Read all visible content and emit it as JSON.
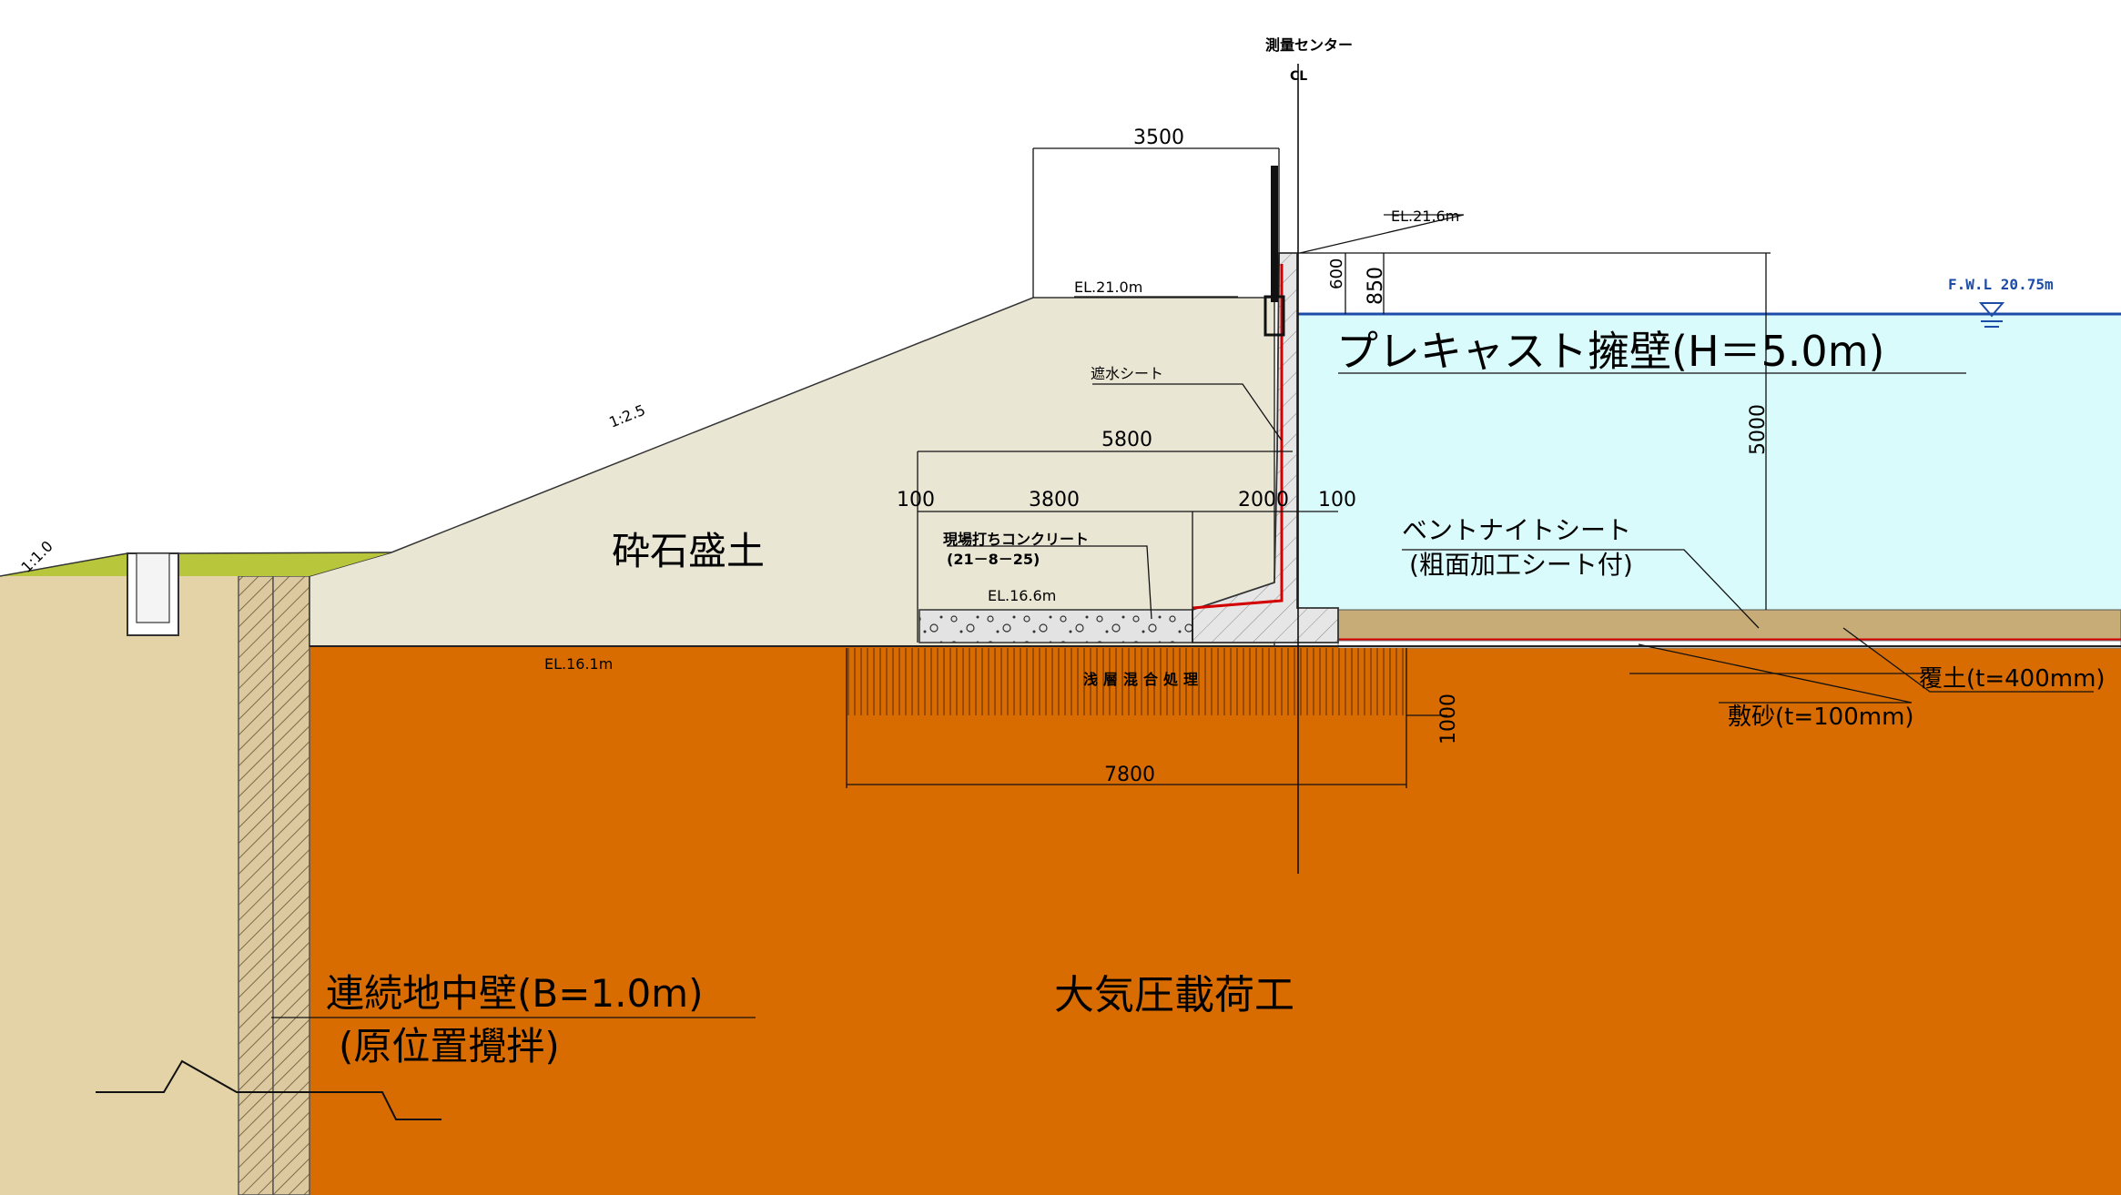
{
  "drawing": {
    "center_title": "測量センター",
    "center_mark": "CL",
    "main_labels": {
      "precast_wall": "プレキャスト擁壁(H＝5.0m)",
      "crushed_stone": "砕石盛土",
      "diaphragm_wall": "連続地中壁(B=1.0m)",
      "diaphragm_method": "(原位置攪拌)",
      "vacuum_consolidation": "大気圧載荷工",
      "bentonite_sheet": "ベントナイトシート",
      "bentonite_note": "(粗面加工シート付)",
      "cover_soil": "覆土(t=400mm)",
      "bedding_sand": "敷砂(t=100mm)",
      "waterproof_sheet": "遮水シート",
      "cast_concrete": "現場打ちコンクリート",
      "cast_concrete_ref": "(21－8－25)",
      "shallow_mixing": "浅層混合処理"
    },
    "elevations": {
      "wall_top": "EL.21.6m",
      "embankment_top": "EL.21.0m",
      "footing": "EL.16.6m",
      "ground": "EL.16.1m",
      "fwl": "F.W.L 20.75m"
    },
    "slopes": {
      "embankment": "1:2.5",
      "ditch": "1:1.0"
    },
    "dimensions": {
      "crest_width": "3500",
      "base_width": "5800",
      "left_margin": "100",
      "footing_length": "3800",
      "heel": "2000",
      "right_margin": "100",
      "freeboard_600": "600",
      "freeboard_850": "850",
      "wall_height": "5000",
      "improvement_width": "7800",
      "improvement_depth": "1000"
    }
  }
}
